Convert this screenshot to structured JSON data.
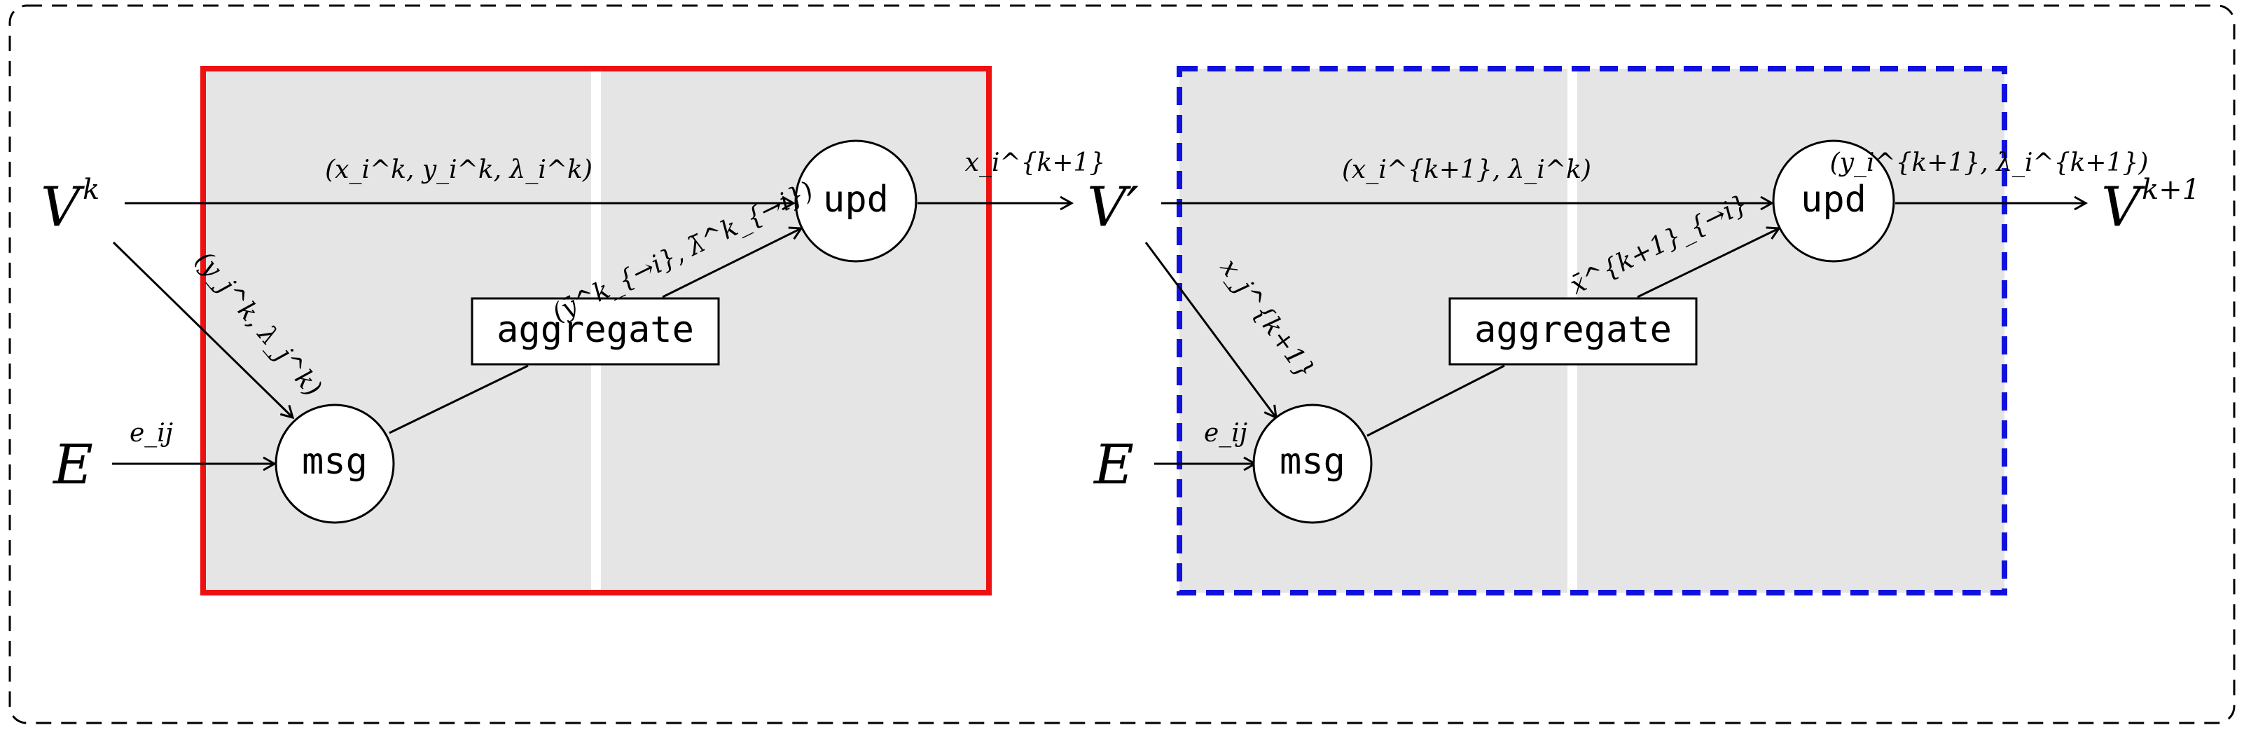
{
  "inputs": {
    "v_k": "V",
    "v_k_sup": "k",
    "e_left": "E",
    "v_prime": "V′",
    "e_right": "E",
    "v_k1": "V",
    "v_k1_sup": "k+1"
  },
  "left_block": {
    "upd_label": "upd",
    "msg_label": "msg",
    "aggregate_label": "aggregate",
    "edge_top": "(x_i^k, y_i^k, λ_i^k)",
    "edge_msg_in": "(y_j^k, λ_j^k)",
    "edge_e": "e_ij",
    "edge_agg_upd": "(ȳ^k_{→i}, λ̄^k_{→i})",
    "edge_out": "x_i^{k+1}"
  },
  "right_block": {
    "upd_label": "upd",
    "msg_label": "msg",
    "aggregate_label": "aggregate",
    "edge_top": "(x_i^{k+1}, λ_i^k)",
    "edge_msg_in": "x_j^{k+1}",
    "edge_e": "e_ij",
    "edge_agg_upd": "x̄^{k+1}_{→i}",
    "edge_out": "(y_i^{k+1}, λ_i^{k+1})"
  },
  "colors": {
    "left_frame": "#ee1111",
    "right_frame": "#1111dd",
    "panel_fill": "#e5e5e5",
    "outer_frame": "#000000"
  }
}
